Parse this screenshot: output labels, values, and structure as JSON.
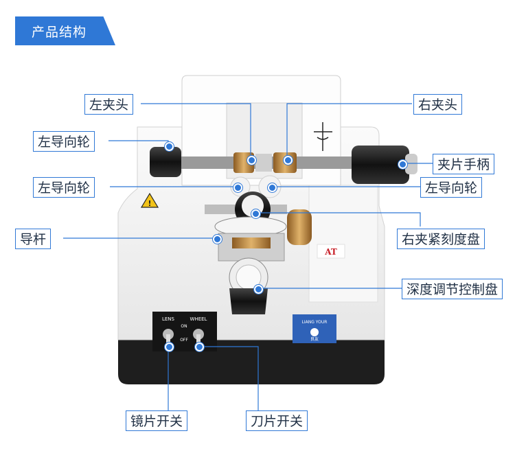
{
  "header": {
    "title": "产品结构"
  },
  "labels": {
    "left_clamp": "左夹头",
    "right_clamp": "右夹头",
    "left_guide_top": "左导向轮",
    "clip_handle": "夹片手柄",
    "left_guide_mid": "左导向轮",
    "left_guide_right": "左导向轮",
    "guide_rod": "导杆",
    "right_clamp_dial": "右夹紧刻度盘",
    "depth_dial": "深度调节控制盘",
    "lens_switch": "镜片开关",
    "blade_switch": "刀片开关"
  },
  "panel": {
    "lens": "LENS",
    "wheel": "WHEEL",
    "on": "ON",
    "off": "OFF"
  },
  "badge": {
    "model": "AT",
    "brand": "LIANG YOUR",
    "brand_cn": "良友"
  },
  "colors": {
    "accent": "#2f78d6",
    "body": "#f4f4f4",
    "base": "#222222",
    "brass": "#b8863b"
  }
}
